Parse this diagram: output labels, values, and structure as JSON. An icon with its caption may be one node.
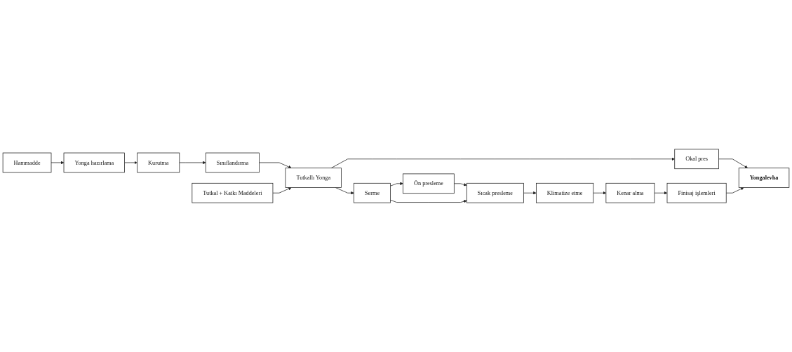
{
  "diagram": {
    "nodes": [
      {
        "text": [
          "Hammadde"
        ]
      },
      {
        "text": [
          "Yonga hazırlama"
        ]
      },
      {
        "text": [
          "Kurutma"
        ]
      },
      {
        "text": [
          "Sınıflandırma"
        ]
      },
      {
        "text": [
          "Tutkal + Katkı Maddeleri"
        ]
      },
      {
        "text": [
          "Tutkallı Yonga"
        ]
      },
      {
        "text": [
          "Okal pres"
        ]
      },
      {
        "text": [
          "Yongalevha"
        ]
      },
      {
        "text": [
          "Ön presleme"
        ]
      },
      {
        "text": [
          "Serme"
        ]
      },
      {
        "text": [
          "Sıcak presleme"
        ]
      },
      {
        "text": [
          "Klimatize etme"
        ]
      },
      {
        "text": [
          "Kenar alma"
        ]
      },
      {
        "text": [
          "Finisaj işlemleri"
        ]
      }
    ],
    "edges": [
      {
        "from": 0,
        "to": 1,
        "arrow": "to"
      },
      {
        "from": 1,
        "to": 2,
        "arrow": "to"
      },
      {
        "from": 2,
        "to": 3,
        "arrow": "to"
      },
      {
        "from": 3,
        "to": 5,
        "arrow": "to"
      },
      {
        "from": 4,
        "to": 5,
        "arrow": "to"
      },
      {
        "from": 5,
        "to": 6,
        "arrow": "to"
      },
      {
        "from": 5,
        "to": 9,
        "arrow": "to"
      },
      {
        "from": 6,
        "to": 7,
        "arrow": "to"
      },
      {
        "from": 9,
        "to": 8,
        "arrow": "to"
      },
      {
        "from": 8,
        "to": 10,
        "arrow": "to"
      },
      {
        "from": 9,
        "to": 10,
        "arrow": "to"
      },
      {
        "from": 10,
        "to": 11,
        "arrow": "to"
      },
      {
        "from": 11,
        "to": 12,
        "arrow": "to"
      },
      {
        "from": 12,
        "to": 13,
        "arrow": "to"
      },
      {
        "from": 13,
        "to": 7,
        "arrow": "to"
      }
    ]
  }
}
